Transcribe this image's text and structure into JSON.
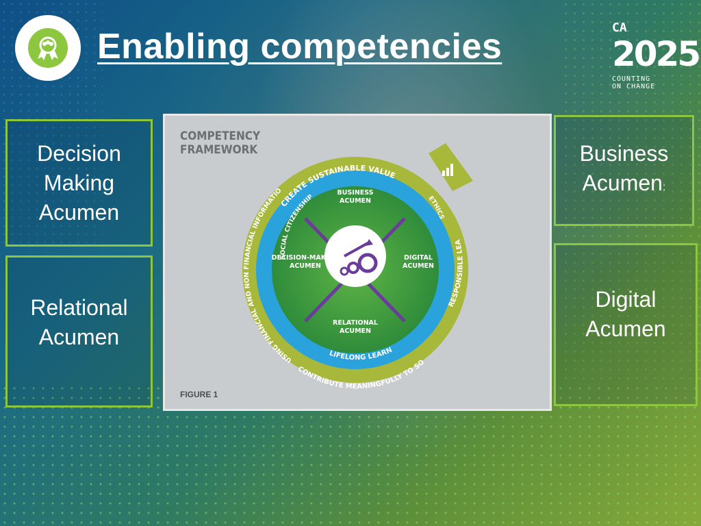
{
  "header": {
    "title": "Enabling competencies"
  },
  "logo": {
    "prefix": "CA",
    "year": "2025",
    "tagline_line1": "COUNTING",
    "tagline_line2": "ON CHANGE"
  },
  "boxes": {
    "decision_making": [
      "Decision",
      "Making",
      "Acumen"
    ],
    "relational": [
      "Relational",
      "Acumen"
    ],
    "business": [
      "Business",
      "Acumen"
    ],
    "business_suffix": ":",
    "digital": [
      "Digital",
      "Acumen"
    ]
  },
  "framework": {
    "title_line1": "COMPETENCY",
    "title_line2": "FRAMEWORK",
    "figure_label": "FIGURE 1",
    "outer_ring": {
      "top": "CREATE SUSTAINABLE VALUE",
      "left": "USING FINANCIAL AND NON FINANCIAL INFORMATION",
      "right": "RESPONSIBLE LEADERS",
      "bottom": "CONTRIBUTE MEANINGFULLY TO SOCIETY"
    },
    "inner_ring": {
      "left": "SOCIAL CITIZENSHIP",
      "right": "ETHICS",
      "bottom": "LIFELONG LEARNING"
    },
    "quadrants": {
      "top": [
        "BUSINESS",
        "ACUMEN"
      ],
      "left": [
        "DECISION-MAKING",
        "ACUMEN"
      ],
      "right": [
        "DIGITAL",
        "ACUMEN"
      ],
      "bottom": [
        "RELATIONAL",
        "ACUMEN"
      ]
    },
    "colors": {
      "outer": "#a8b83a",
      "middle": "#2aa3dc",
      "core": "#3c9a3c",
      "accent": "#6a3d9a"
    }
  }
}
